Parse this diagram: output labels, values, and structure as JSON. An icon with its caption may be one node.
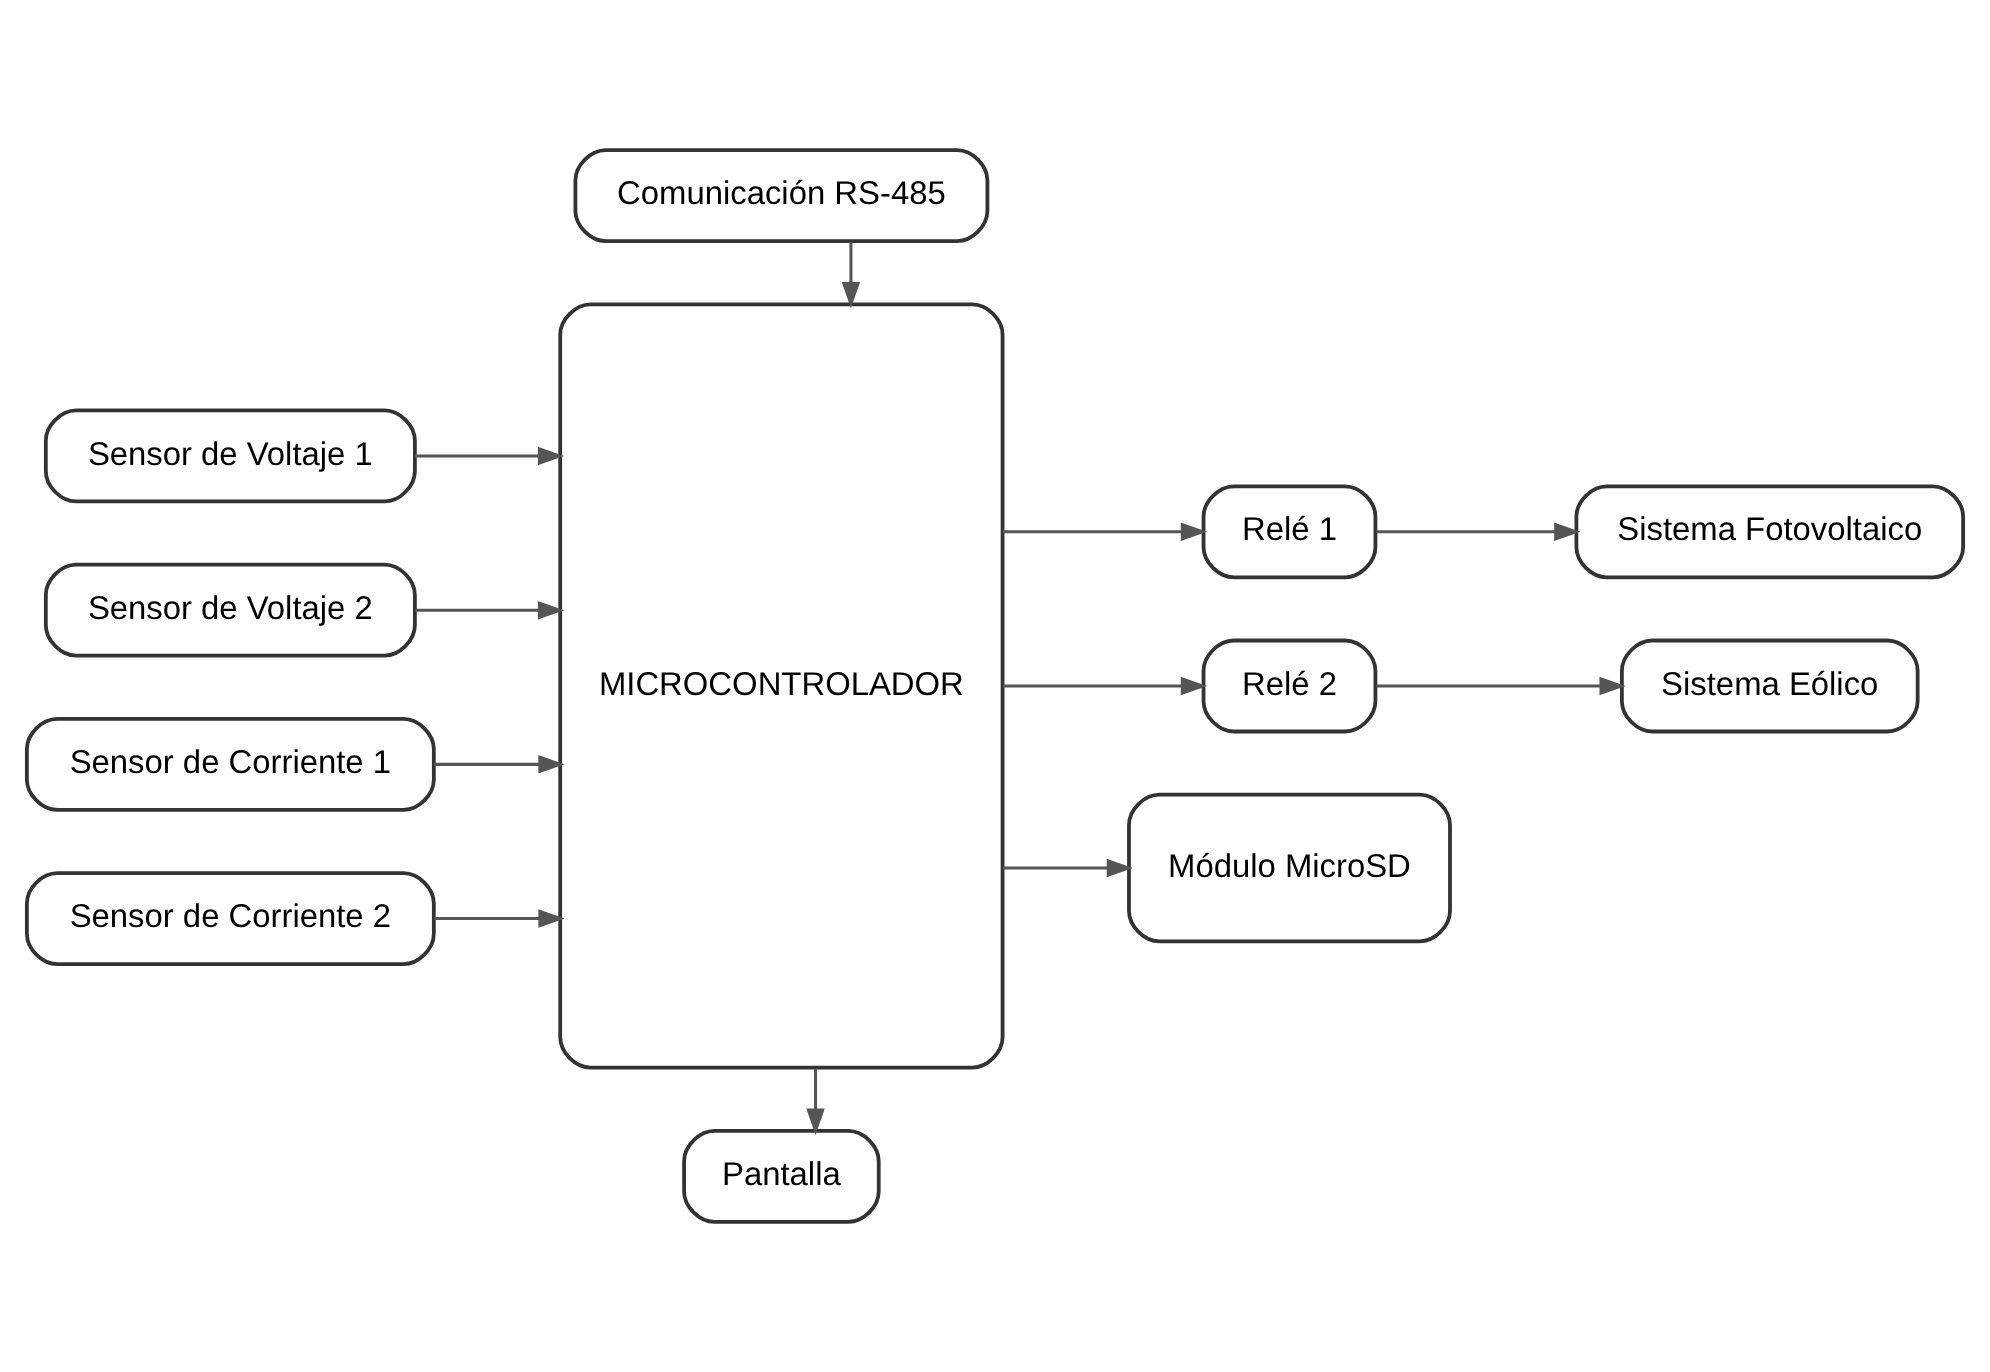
{
  "diagram": {
    "nodes": [
      {
        "text": [
          "Pantalla"
        ]
      },
      {
        "text": [
          "Sensor de Voltaje 1"
        ]
      },
      {
        "text": [
          "Sensor de Voltaje 2"
        ]
      },
      {
        "text": [
          "Sensor de Corriente 1"
        ]
      },
      {
        "text": [
          "Sensor de Corriente 2"
        ]
      },
      {
        "text": [
          "MICROCONTROLADOR"
        ]
      },
      {
        "text": [
          "Relé 1"
        ]
      },
      {
        "text": [
          "Sistema Fotovoltaico"
        ]
      },
      {
        "text": [
          "Relé 2"
        ]
      },
      {
        "text": [
          "Sistema Eólico"
        ]
      },
      {
        "text": [
          "Módulo MicroSD"
        ]
      },
      {
        "text": [
          "Comunicación RS-485"
        ]
      }
    ],
    "edges": [
      {
        "from": 5,
        "to": 0,
        "arrow": "to"
      },
      {
        "from": 1,
        "to": 5,
        "arrow": "to"
      },
      {
        "from": 2,
        "to": 5,
        "arrow": "to"
      },
      {
        "from": 3,
        "to": 5,
        "arrow": "to"
      },
      {
        "from": 4,
        "to": 5,
        "arrow": "to"
      },
      {
        "from": 5,
        "to": 6,
        "arrow": "to"
      },
      {
        "from": 6,
        "to": 7,
        "arrow": "to"
      },
      {
        "from": 5,
        "to": 8,
        "arrow": "to"
      },
      {
        "from": 8,
        "to": 9,
        "arrow": "to"
      },
      {
        "from": 5,
        "to": 10,
        "arrow": "to"
      },
      {
        "from": 11,
        "to": 5,
        "arrow": "to"
      }
    ]
  }
}
